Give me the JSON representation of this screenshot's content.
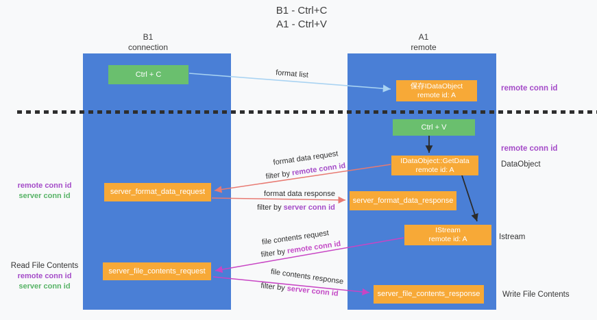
{
  "title": {
    "line1": "B1 - Ctrl+C",
    "line2": "A1 - Ctrl+V"
  },
  "lanes": {
    "left": {
      "name": "B1",
      "role": "connection"
    },
    "right": {
      "name": "A1",
      "role": "remote"
    }
  },
  "nodes": {
    "ctrl_c": {
      "label": "Ctrl + C"
    },
    "ctrl_v": {
      "label": "Ctrl + V"
    },
    "save_idataobject": {
      "title": "保存IDataObject",
      "subtitle": "remote id: A"
    },
    "getdata": {
      "title": "IDataObject::GetData",
      "subtitle": "remote id: A"
    },
    "istream": {
      "title": "IStream",
      "subtitle": "remote id: A"
    },
    "server_format_data_request": {
      "label": "server_format_data_request"
    },
    "server_format_data_response": {
      "label": "server_format_data_response"
    },
    "server_file_contents_request": {
      "label": "server_file_contents_request"
    },
    "server_file_contents_response": {
      "label": "server_file_contents_response"
    }
  },
  "edges": {
    "format_list": {
      "label": "format list"
    },
    "format_data_request": {
      "label": "format data request",
      "filter_prefix": "filter by",
      "filter_key": "remote conn id"
    },
    "format_data_response": {
      "label": "format data response",
      "filter_prefix": "filter by",
      "filter_key": "server conn id"
    },
    "file_contents_request": {
      "label": "file contents request",
      "filter_prefix": "filter by",
      "filter_key": "remote conn id"
    },
    "file_contents_response": {
      "label": "file contents response",
      "filter_prefix": "filter by",
      "filter_key": "server conn id"
    }
  },
  "annotations": {
    "left_format": {
      "remote": "remote conn id",
      "server": "server conn id"
    },
    "left_file": {
      "title": "Read File Contents",
      "remote": "remote conn id",
      "server": "server conn id"
    },
    "right_save": "remote conn id",
    "right_getdata": "remote conn id",
    "right_dataobject": "DataObject",
    "right_istream": "Istream",
    "right_write": "Write File Contents"
  },
  "colors": {
    "lane_blue": "#4a7fd6",
    "node_green": "#6abf6e",
    "node_orange": "#f7a937",
    "arrow_salmon": "#e87a72",
    "arrow_magenta": "#c845c4",
    "arrow_lightblue": "#a9d3f2",
    "arrow_black": "#2b2b2b",
    "text_purple": "#a44bc8",
    "text_magenta": "#c34ac6",
    "text_green": "#57b366"
  }
}
